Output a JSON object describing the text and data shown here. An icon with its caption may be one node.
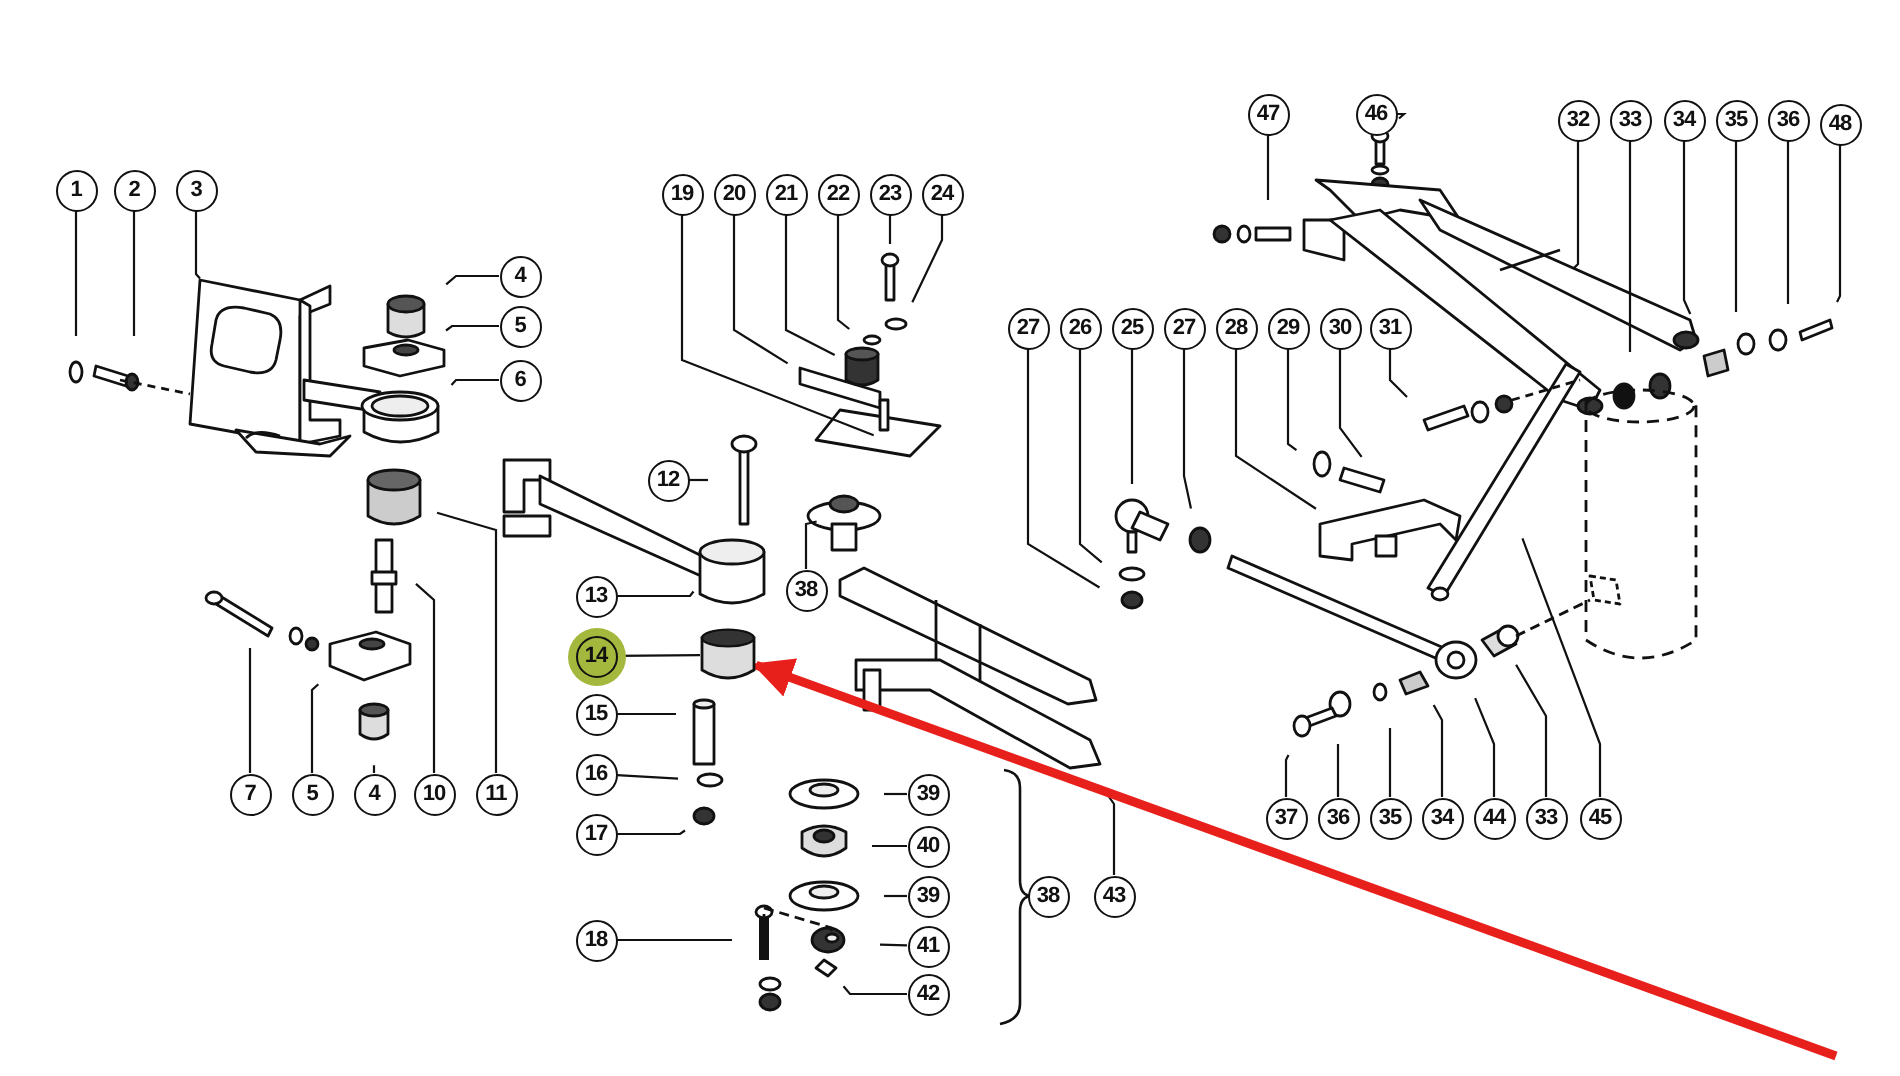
{
  "diagram": {
    "nodes": [
      {
        "text": [
          "1"
        ]
      },
      {
        "text": [
          "2"
        ]
      },
      {
        "text": [
          "3"
        ]
      },
      {
        "text": [
          "4"
        ]
      },
      {
        "text": [
          "5"
        ]
      },
      {
        "text": [
          "6"
        ]
      },
      {
        "text": [
          "7"
        ]
      },
      {
        "text": [
          "5"
        ]
      },
      {
        "text": [
          "4"
        ]
      },
      {
        "text": [
          "10"
        ]
      },
      {
        "text": [
          "11"
        ]
      },
      {
        "text": [
          "12"
        ]
      },
      {
        "text": [
          "13"
        ]
      },
      {
        "text": [
          "14"
        ]
      },
      {
        "text": [
          "15"
        ]
      },
      {
        "text": [
          "16"
        ]
      },
      {
        "text": [
          "17"
        ]
      },
      {
        "text": [
          "18"
        ]
      },
      {
        "text": [
          "19"
        ]
      },
      {
        "text": [
          "20"
        ]
      },
      {
        "text": [
          "21"
        ]
      },
      {
        "text": [
          "22"
        ]
      },
      {
        "text": [
          "23"
        ]
      },
      {
        "text": [
          "24"
        ]
      },
      {
        "text": [
          "38"
        ]
      },
      {
        "text": [
          "39"
        ]
      },
      {
        "text": [
          "40"
        ]
      },
      {
        "text": [
          "39"
        ]
      },
      {
        "text": [
          "41"
        ]
      },
      {
        "text": [
          "42"
        ]
      },
      {
        "text": [
          "38"
        ]
      },
      {
        "text": [
          "43"
        ]
      },
      {
        "text": [
          "27"
        ]
      },
      {
        "text": [
          "26"
        ]
      },
      {
        "text": [
          "25"
        ]
      },
      {
        "text": [
          "27"
        ]
      },
      {
        "text": [
          "28"
        ]
      },
      {
        "text": [
          "29"
        ]
      },
      {
        "text": [
          "30"
        ]
      },
      {
        "text": [
          "31"
        ]
      },
      {
        "text": [
          "46"
        ]
      },
      {
        "text": [
          "47"
        ]
      },
      {
        "text": [
          "32"
        ]
      },
      {
        "text": [
          "33"
        ]
      },
      {
        "text": [
          "34"
        ]
      },
      {
        "text": [
          "35"
        ]
      },
      {
        "text": [
          "36"
        ]
      },
      {
        "text": [
          "48"
        ]
      },
      {
        "text": [
          "37"
        ]
      },
      {
        "text": [
          "36"
        ]
      },
      {
        "text": [
          "35"
        ]
      },
      {
        "text": [
          "34"
        ]
      },
      {
        "text": [
          "44"
        ]
      },
      {
        "text": [
          "33"
        ]
      },
      {
        "text": [
          "45"
        ]
      },
      {
        "text": [],
        "shape": "cylinder"
      }
    ],
    "edges": [
      {
        "from": 0,
        "to": null,
        "arrow": "none"
      },
      {
        "from": 1,
        "to": null,
        "arrow": "none"
      },
      {
        "from": 2,
        "to": null,
        "arrow": "none"
      },
      {
        "from": 3,
        "to": null,
        "arrow": "none"
      },
      {
        "from": 4,
        "to": null,
        "arrow": "none"
      },
      {
        "from": 5,
        "to": null,
        "arrow": "none"
      },
      {
        "from": 6,
        "to": null,
        "arrow": "none"
      },
      {
        "from": 7,
        "to": null,
        "arrow": "none"
      },
      {
        "from": 8,
        "to": null,
        "arrow": "none"
      },
      {
        "from": 9,
        "to": null,
        "arrow": "none"
      },
      {
        "from": 10,
        "to": null,
        "arrow": "none"
      },
      {
        "from": 11,
        "to": null,
        "arrow": "none"
      },
      {
        "from": 12,
        "to": null,
        "arrow": "none"
      },
      {
        "from": 13,
        "to": 55,
        "arrow": "none"
      },
      {
        "from": 14,
        "to": null,
        "arrow": "none"
      },
      {
        "from": 15,
        "to": null,
        "arrow": "none"
      },
      {
        "from": 16,
        "to": null,
        "arrow": "none"
      },
      {
        "from": 17,
        "to": null,
        "arrow": "none"
      },
      {
        "from": 18,
        "to": null,
        "arrow": "none"
      },
      {
        "from": 19,
        "to": null,
        "arrow": "none"
      },
      {
        "from": 20,
        "to": null,
        "arrow": "none"
      },
      {
        "from": 21,
        "to": null,
        "arrow": "none"
      },
      {
        "from": 22,
        "to": null,
        "arrow": "none"
      },
      {
        "from": 23,
        "to": null,
        "arrow": "none"
      },
      {
        "from": 24,
        "to": null,
        "arrow": "none"
      },
      {
        "from": 25,
        "to": null,
        "arrow": "none"
      },
      {
        "from": 26,
        "to": null,
        "arrow": "none"
      },
      {
        "from": 27,
        "to": null,
        "arrow": "none"
      },
      {
        "from": 28,
        "to": null,
        "arrow": "none"
      },
      {
        "from": 29,
        "to": null,
        "arrow": "none"
      },
      {
        "from": 31,
        "to": null,
        "arrow": "none"
      },
      {
        "from": 32,
        "to": null,
        "arrow": "none"
      },
      {
        "from": 33,
        "to": null,
        "arrow": "none"
      },
      {
        "from": 34,
        "to": null,
        "arrow": "none"
      },
      {
        "from": 35,
        "to": null,
        "arrow": "none"
      },
      {
        "from": 36,
        "to": null,
        "arrow": "none"
      },
      {
        "from": 37,
        "to": null,
        "arrow": "none"
      },
      {
        "from": 38,
        "to": null,
        "arrow": "none"
      },
      {
        "from": 39,
        "to": null,
        "arrow": "none"
      },
      {
        "from": 40,
        "to": null,
        "arrow": "none"
      },
      {
        "from": 41,
        "to": null,
        "arrow": "none"
      },
      {
        "from": 42,
        "to": null,
        "arrow": "none"
      },
      {
        "from": 43,
        "to": null,
        "arrow": "none"
      },
      {
        "from": 44,
        "to": null,
        "arrow": "none"
      },
      {
        "from": 45,
        "to": null,
        "arrow": "none"
      },
      {
        "from": 46,
        "to": null,
        "arrow": "none"
      },
      {
        "from": 47,
        "to": null,
        "arrow": "none"
      },
      {
        "from": 48,
        "to": null,
        "arrow": "none"
      },
      {
        "from": 49,
        "to": null,
        "arrow": "none"
      },
      {
        "from": 50,
        "to": null,
        "arrow": "none"
      },
      {
        "from": 51,
        "to": null,
        "arrow": "none"
      },
      {
        "from": 52,
        "to": null,
        "arrow": "none"
      },
      {
        "from": 53,
        "to": null,
        "arrow": "none"
      },
      {
        "from": 54,
        "to": null,
        "arrow": "none"
      },
      {
        "from": null,
        "to": 55,
        "arrow": "to",
        "style": "thick",
        "color": "#e8201c"
      }
    ]
  }
}
